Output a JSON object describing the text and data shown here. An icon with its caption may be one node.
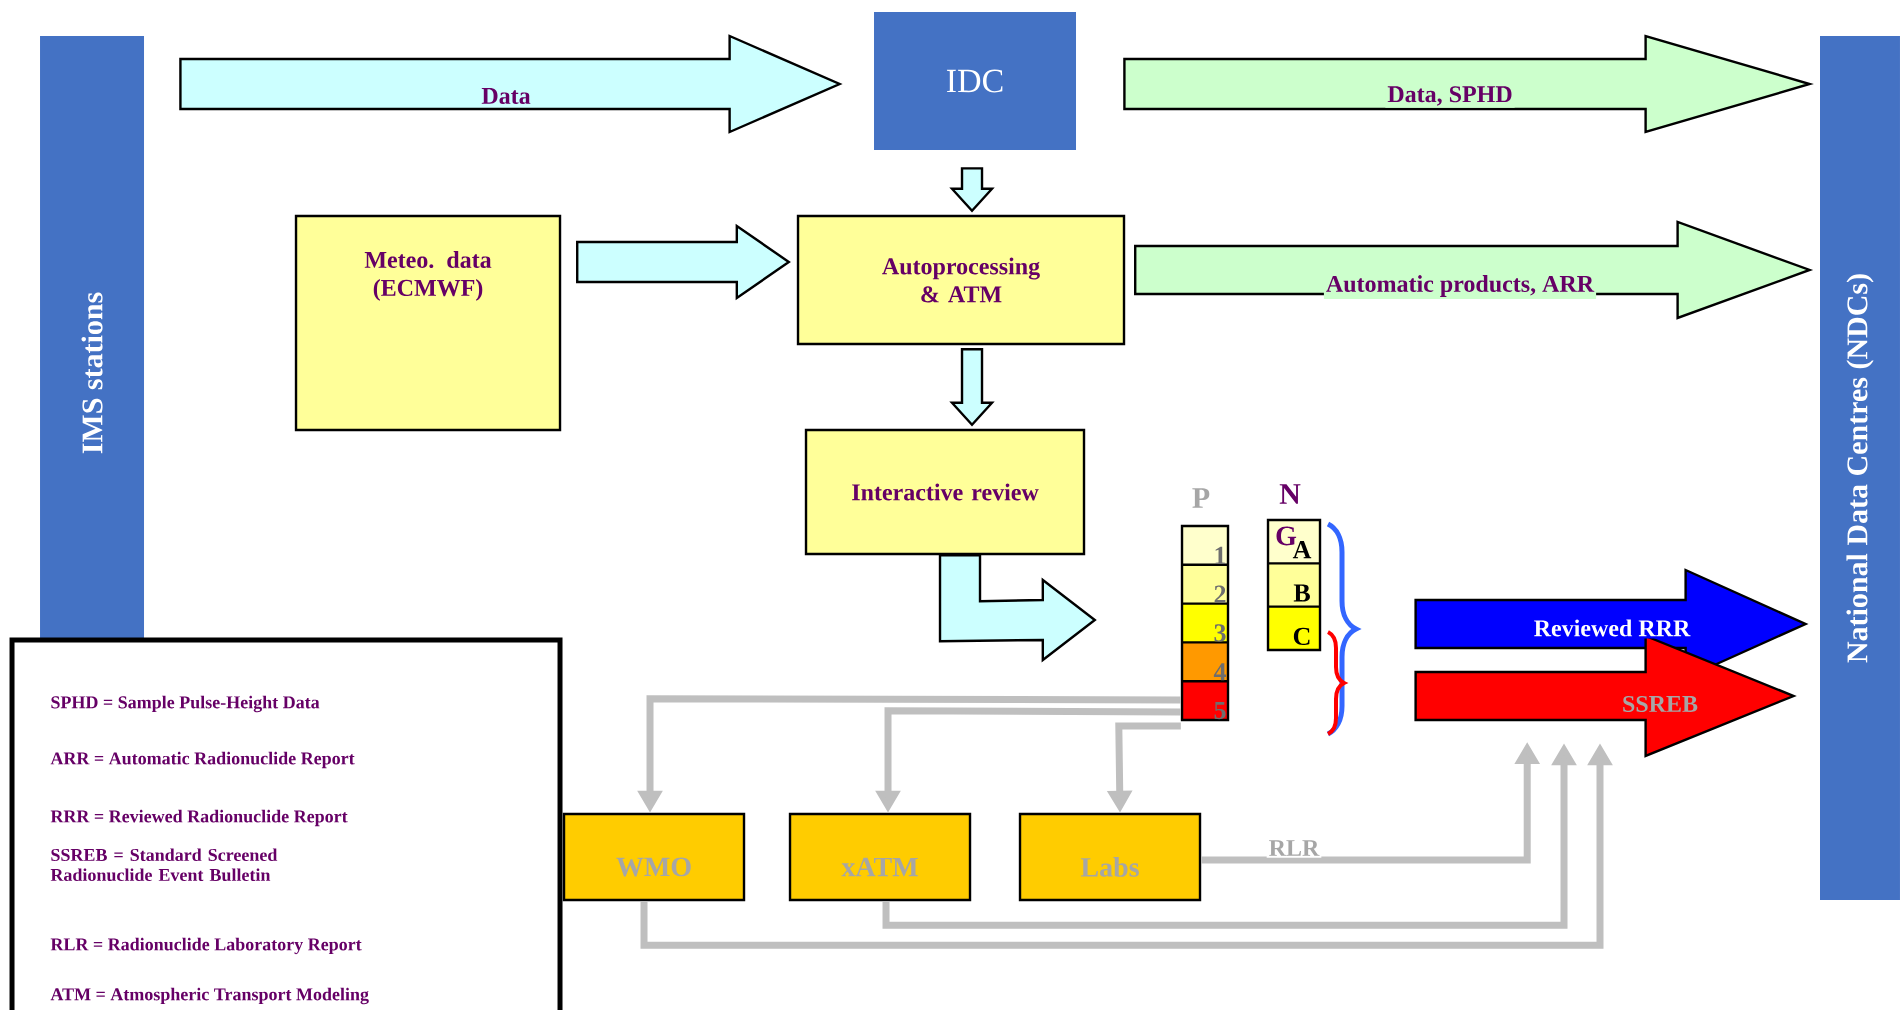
{
  "diagram": {
    "nodes": [
      {
        "text": [
          "IMS stations"
        ]
      },
      {
        "text": [
          "IDC"
        ]
      },
      {
        "text": [
          "National Data Centres (NDCs)"
        ]
      },
      {
        "text": [
          "Meteo. data (ECMWF)"
        ]
      },
      {
        "text": [
          "Autoprocessing & ATM"
        ]
      },
      {
        "text": [
          "Interactive review"
        ]
      },
      {
        "text": [
          "P",
          "1",
          "2",
          "3",
          "4",
          "5"
        ]
      },
      {
        "text": [
          "N",
          "G",
          "A",
          "B",
          "C"
        ]
      },
      {
        "text": [
          "WMO"
        ]
      },
      {
        "text": [
          "xATM"
        ]
      },
      {
        "text": [
          "Labs"
        ]
      }
    ],
    "edges": [
      {
        "from": 0,
        "to": 1,
        "arrow": "to",
        "label": "Data",
        "color": "#ccffff"
      },
      {
        "from": 1,
        "to": 2,
        "arrow": "to",
        "label": "Data, SPHD",
        "color": "#ccffcc"
      },
      {
        "from": 1,
        "to": 4,
        "arrow": "to",
        "color": "#ccffff"
      },
      {
        "from": 3,
        "to": 4,
        "arrow": "to",
        "color": "#ccffff"
      },
      {
        "from": 4,
        "to": 2,
        "arrow": "to",
        "label": "Automatic products, ARR",
        "color": "#ccffcc"
      },
      {
        "from": 4,
        "to": 5,
        "arrow": "to",
        "color": "#ccffff"
      },
      {
        "from": 5,
        "to": 6,
        "arrow": "to",
        "color": "#ccffff"
      },
      {
        "from": null,
        "to": 2,
        "arrow": "to",
        "label": "Reviewed RRR",
        "color": "#0000ff"
      },
      {
        "from": null,
        "to": 2,
        "arrow": "to",
        "label": "SSREB",
        "color": "#ff0000"
      },
      {
        "from": 6,
        "to": 8,
        "arrow": "to",
        "color": "#bfbfbf"
      },
      {
        "from": 6,
        "to": 9,
        "arrow": "to",
        "color": "#bfbfbf"
      },
      {
        "from": 6,
        "to": 10,
        "arrow": "to",
        "color": "#bfbfbf"
      },
      {
        "from": 10,
        "to": null,
        "arrow": "to",
        "label": "RLR",
        "color": "#bfbfbf"
      },
      {
        "from": 9,
        "to": null,
        "arrow": "to",
        "color": "#bfbfbf"
      },
      {
        "from": 8,
        "to": null,
        "arrow": "to",
        "color": "#bfbfbf"
      }
    ],
    "labels": [
      "SPHD = Sample Pulse-Height Data",
      "ARR = Automatic Radionuclide Report",
      "RRR = Reviewed Radionuclide Report",
      "SSREB = Standard Screened Radionuclide Event Bulletin",
      "RLR = Radionuclide Laboratory Report",
      "ATM = Atmospheric Transport Modeling"
    ]
  }
}
